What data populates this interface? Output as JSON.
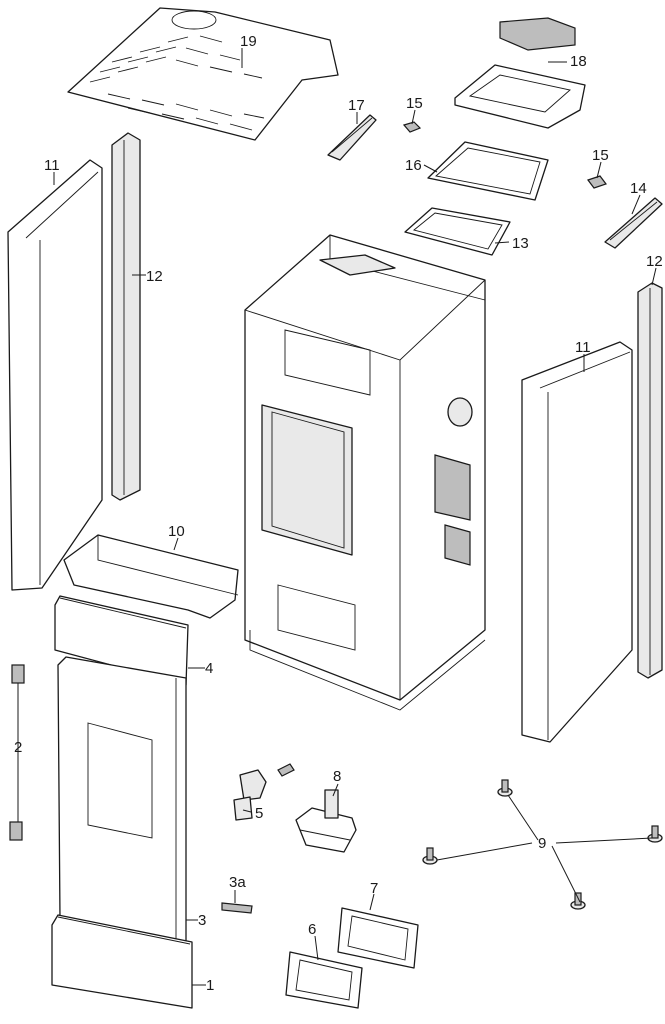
{
  "callouts": {
    "p1": "1",
    "p2": "2",
    "p3": "3",
    "p3a": "3a",
    "p4": "4",
    "p5": "5",
    "p6": "6",
    "p7": "7",
    "p8": "8",
    "p9": "9",
    "p10": "10",
    "p11_left": "11",
    "p11_right": "11",
    "p12_left": "12",
    "p12_right": "12",
    "p13": "13",
    "p14": "14",
    "p15_top": "15",
    "p15_right": "15",
    "p16": "16",
    "p17": "17",
    "p18": "18",
    "p19": "19"
  },
  "colors": {
    "line": "#1a1a1a",
    "part_fill": "#ffffff",
    "shade": "#e9e9e9"
  }
}
